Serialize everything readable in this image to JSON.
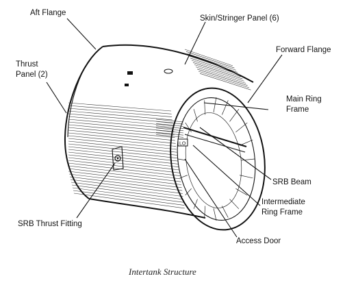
{
  "diagram": {
    "labels": {
      "aft_flange": "Aft Flange",
      "skin_stringer_panel": "Skin/Stringer Panel (6)",
      "forward_flange": "Forward Flange",
      "thrust_panel_line1": "Thrust",
      "thrust_panel_line2": "Panel (2)",
      "main_ring_line1": "Main Ring",
      "main_ring_line2": "Frame",
      "srb_beam": "SRB Beam",
      "intermediate_line1": "Intermediate",
      "intermediate_line2": "Ring Frame",
      "access_door": "Access Door",
      "srb_thrust_fitting": "SRB Thrust Fitting",
      "door_tag": "LO"
    },
    "caption": "Intertank Structure"
  }
}
